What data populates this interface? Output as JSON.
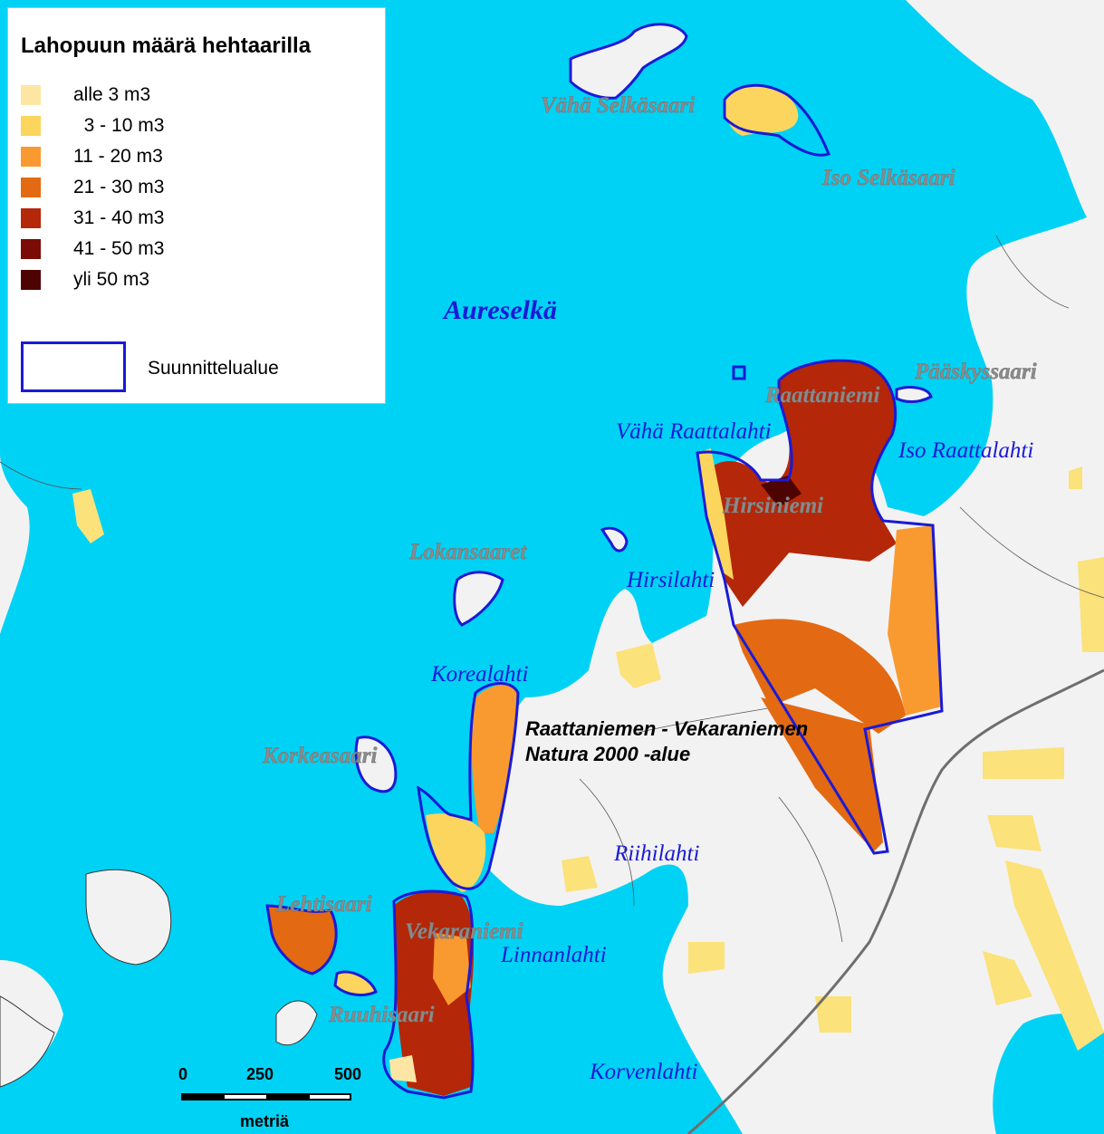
{
  "legend": {
    "title": "Lahopuun määrä hehtaarilla",
    "classes": [
      {
        "label": "alle 3 m3",
        "color": "#fde6a3"
      },
      {
        "label": "  3 - 10 m3",
        "color": "#fbd55d"
      },
      {
        "label": "11 - 20 m3",
        "color": "#f89a30"
      },
      {
        "label": "21 - 30 m3",
        "color": "#e36a12"
      },
      {
        "label": "31 - 40 m3",
        "color": "#b42708"
      },
      {
        "label": "41 - 50 m3",
        "color": "#7b0b07"
      },
      {
        "label": "yli 50 m3",
        "color": "#4e0303"
      }
    ],
    "planning_area_label": "Suunnittelualue"
  },
  "place_names": {
    "vaha_selkasaari": "Vähä Selkäsaari",
    "iso_selkasaari": "Iso Selkäsaari",
    "aureselka": "Aureselkä",
    "paaskyssaari": "Pääskyssaari",
    "raattaniemi": "Raattaniemi",
    "vaha_raattalahti": "Vähä Raattalahti",
    "iso_raattalahti": "Iso Raattalahti",
    "hirsiniemi": "Hirsiniemi",
    "lokansaaret": "Lokansaaret",
    "hirsilahti": "Hirsilahti",
    "korealahti": "Korealahti",
    "natura_line1": "Raattaniemen - Vekaraniemen",
    "natura_line2": "Natura 2000 -alue",
    "korkeasaari": "Korkeasaari",
    "riihilahti": "Riihilahti",
    "lehtisaari": "Lehtisaari",
    "vekaraniemi": "Vekaraniemi",
    "linnanlahti": "Linnanlahti",
    "ruuhisaari": "Ruuhisaari",
    "korvenlahti": "Korvenlahti"
  },
  "scale_bar": {
    "ticks": [
      "0",
      "250",
      "500"
    ],
    "unit": "metriä"
  },
  "colors": {
    "water": "#00d2f5",
    "land": "#f2f2f2",
    "field": "#fbe27a",
    "planning_outline": "#1a1ad6"
  }
}
